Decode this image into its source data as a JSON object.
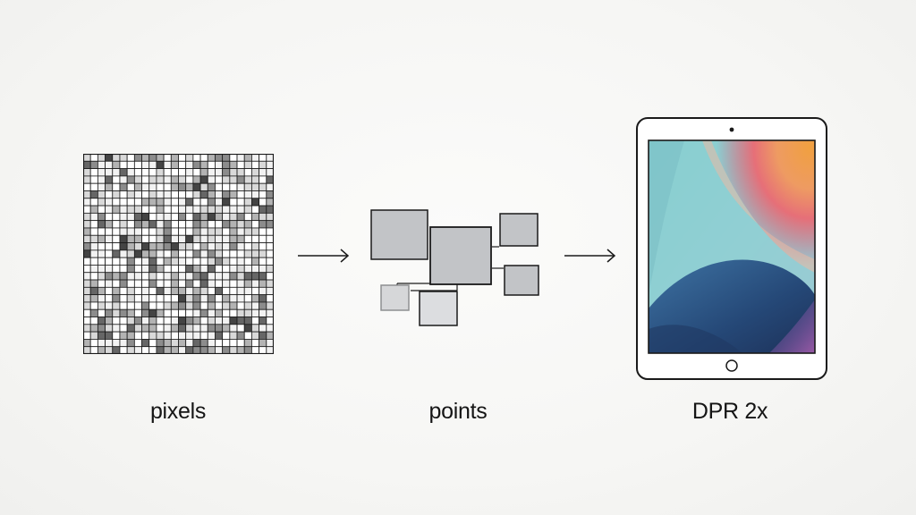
{
  "labels": {
    "pixels": "pixels",
    "points": "points",
    "dpr": "DPR 2x"
  },
  "colors": {
    "stroke": "#1a1a1a",
    "box_fill": "#c2c4c7",
    "box_fill_light": "#dcdde0",
    "box_fill_faded": "#d6d7d9",
    "pixel_palette": [
      "#ffffff",
      "#f2f2f2",
      "#d9d9d9",
      "#b3b3b3",
      "#8c8c8c",
      "#666666",
      "#444444"
    ],
    "wallpaper": [
      "#e9a04a",
      "#e46a6a",
      "#7ec3c4",
      "#3b6e9c",
      "#23406b",
      "#8a5aa6"
    ]
  },
  "icons": {
    "arrow": "right-arrow-icon",
    "tablet": "ipad-icon"
  }
}
